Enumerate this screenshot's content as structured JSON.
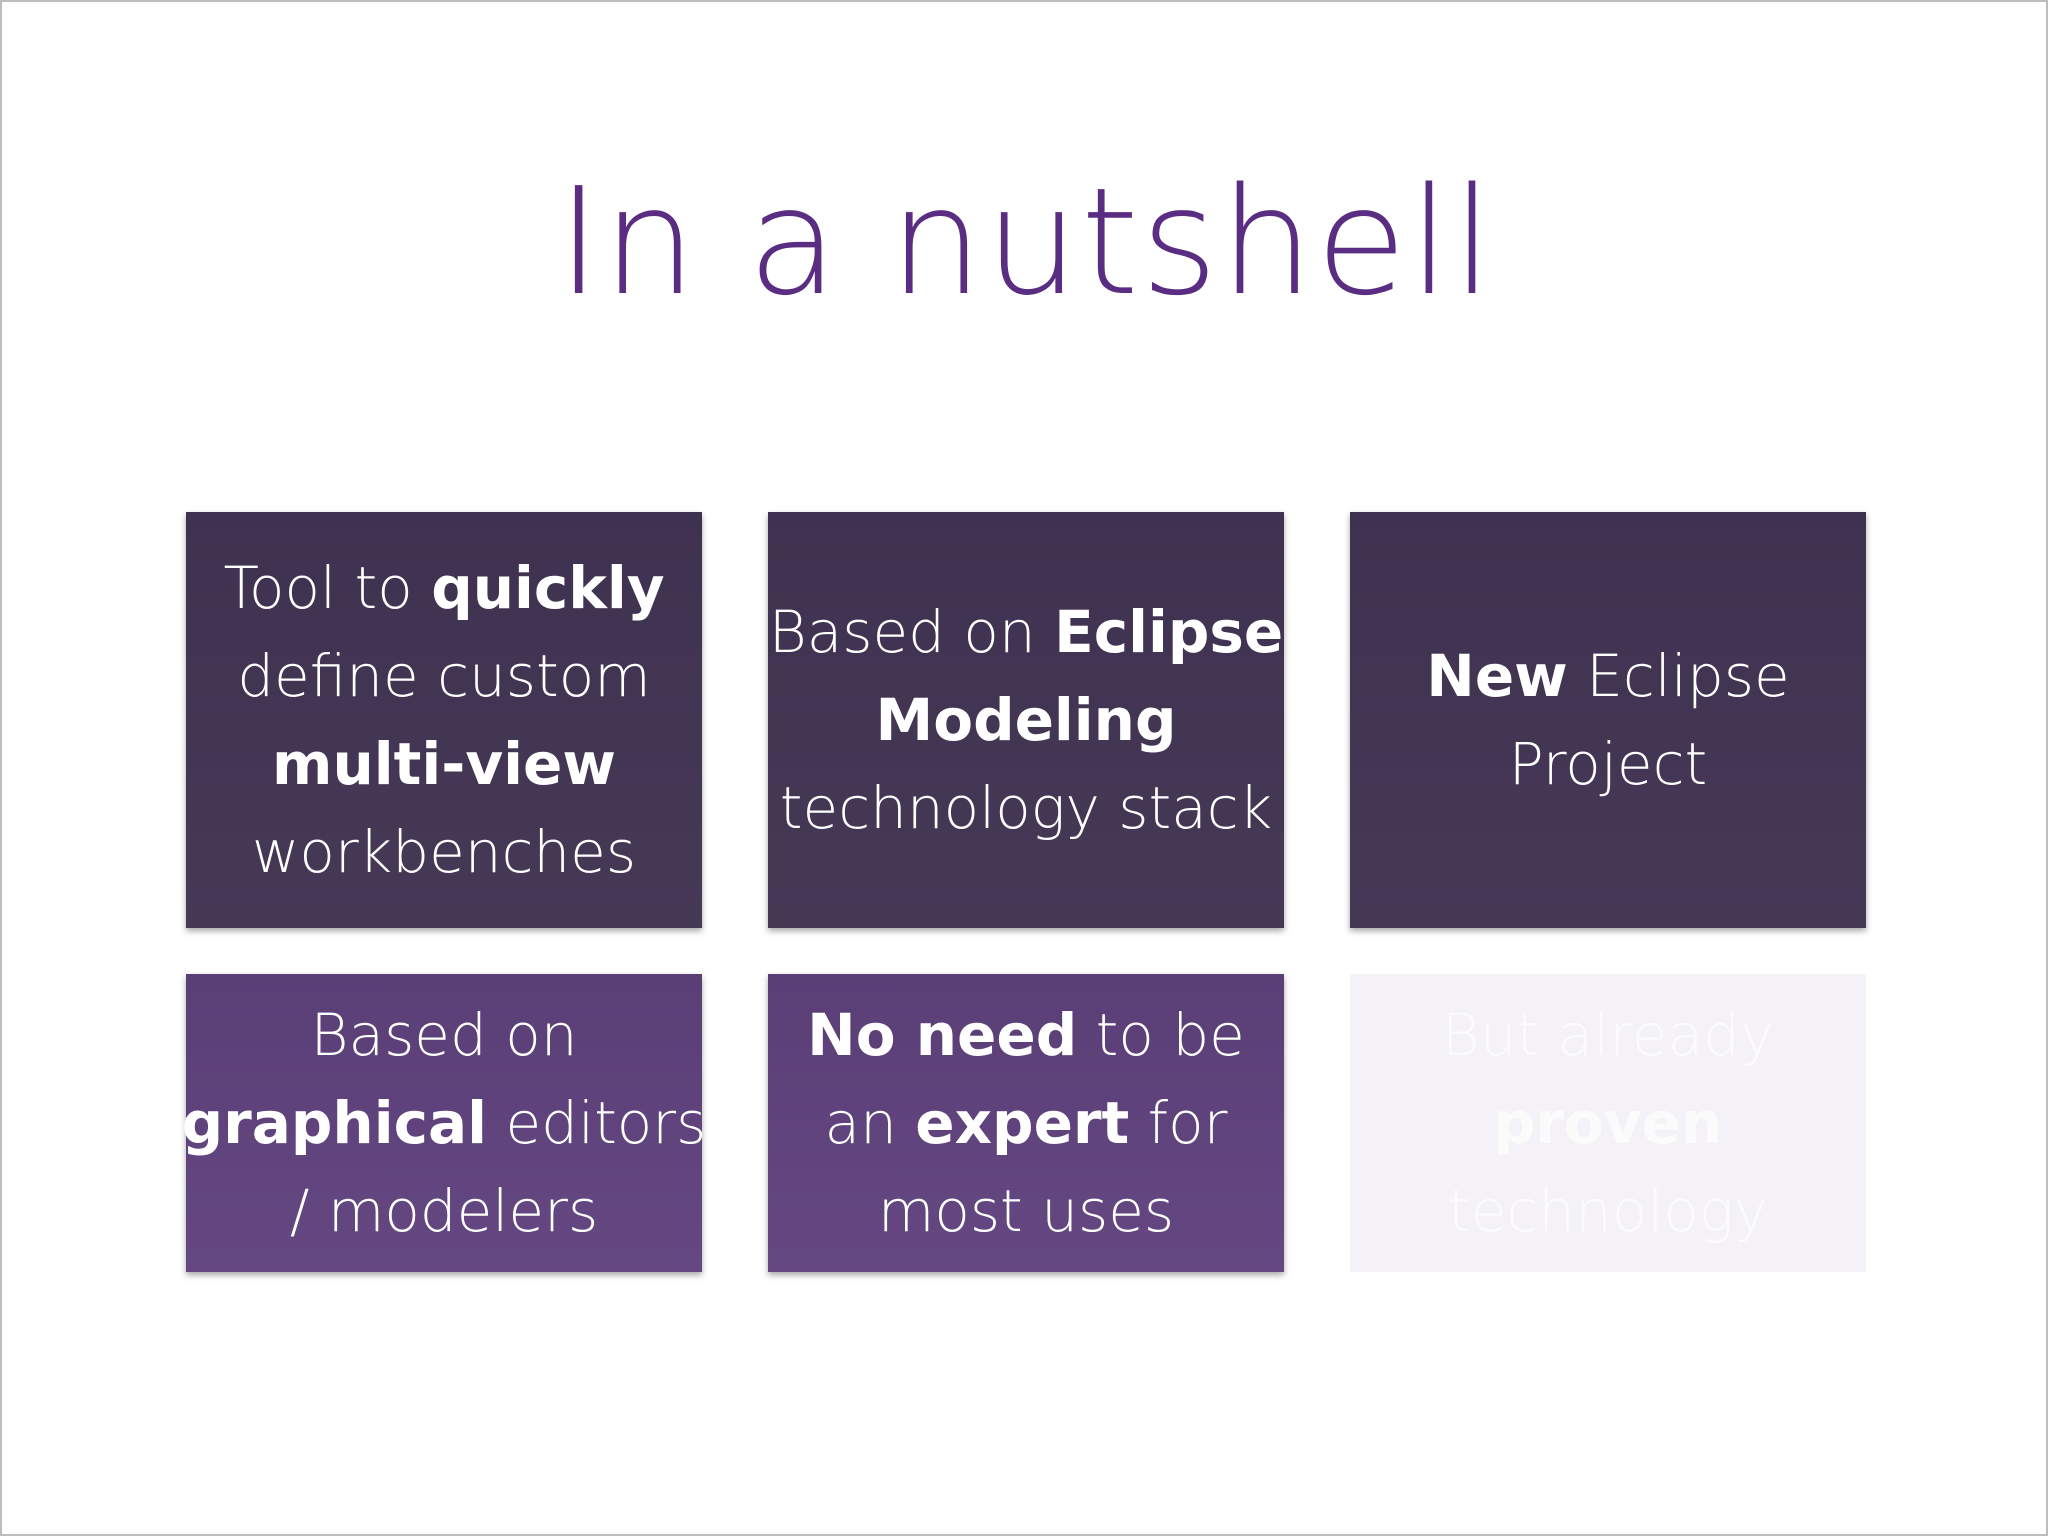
{
  "slide": {
    "title": "In a nutshell",
    "cards": [
      {
        "lines": [
          {
            "normal": "Tool to ",
            "bold": "quickly"
          },
          {
            "normal": "define custom"
          },
          {
            "bold": "multi-view"
          },
          {
            "normal": "workbenches"
          }
        ]
      },
      {
        "lines": [
          {
            "normal": "Based on ",
            "bold": "Eclipse"
          },
          {
            "bold": "Modeling"
          },
          {
            "normal": "technology stack"
          }
        ]
      },
      {
        "lines": [
          {
            "bold": "New",
            "normal": " Eclipse"
          },
          {
            "normal": "Project"
          }
        ]
      },
      {
        "lines": [
          {
            "normal": "Based on"
          },
          {
            "bold": "graphical",
            "normal": " editors"
          },
          {
            "normal": "/ modelers"
          }
        ]
      },
      {
        "lines": [
          {
            "bold": "No need",
            "normal": " to be"
          },
          {
            "normal_a": "an ",
            "bold": "expert",
            "normal": " for"
          },
          {
            "normal": "most uses"
          }
        ]
      },
      {
        "lines": [
          {
            "normal": "But already"
          },
          {
            "bold": "proven"
          },
          {
            "normal": "technology"
          }
        ]
      }
    ]
  },
  "colors": {
    "title": "#5a2d82",
    "card_dark": "#433654",
    "card_mid": "#5f437c",
    "card_ghost": "#f4f2f6"
  }
}
